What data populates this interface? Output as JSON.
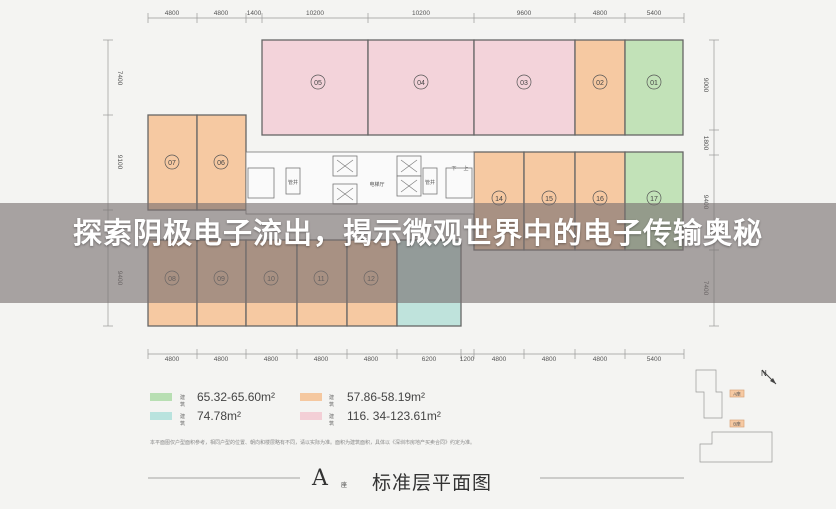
{
  "banner": {
    "title": "探索阴极电子流出，揭示微观世界中的电子传输奥秘"
  },
  "top_dims": [
    "4800",
    "4800",
    "1400",
    "10200",
    "10200",
    "9600",
    "4800",
    "5400"
  ],
  "bottom_dims": [
    "4800",
    "4800",
    "4800",
    "4800",
    "4800",
    "6200",
    "1200",
    "4800",
    "4800",
    "4800",
    "5400"
  ],
  "left_dims": [
    "7400",
    "9100",
    "9400"
  ],
  "right_dims": [
    "9000",
    "1800",
    "9400",
    "7400"
  ],
  "units": {
    "u01": "01",
    "u02": "02",
    "u03": "03",
    "u04": "04",
    "u05": "05",
    "u06": "06",
    "u07": "07",
    "u08": "08",
    "u09": "09",
    "u10": "10",
    "u11": "11",
    "u12": "12",
    "u14": "14",
    "u15": "15",
    "u16": "16",
    "u17": "17"
  },
  "core_labels": {
    "lobby": "电梯厅",
    "shaft_left": "管井",
    "shaft_right": "管井",
    "down": "下",
    "up": "上"
  },
  "legend": {
    "items": [
      {
        "code": "建筑",
        "area": "65.32-65.60m²",
        "color": "#b8dfb3"
      },
      {
        "code": "建筑",
        "area": "57.86-58.19m²",
        "color": "#f5c8a0"
      },
      {
        "code": "建筑",
        "area": "74.78m²",
        "color": "#b9e3de"
      },
      {
        "code": "建筑",
        "area": "116. 34-123.61m²",
        "color": "#f3cfd6"
      }
    ]
  },
  "footnote": "本平面图仅户型面积参考，相同户型的位置、朝向和楼层略有不同，请以实际为准。面积为建筑面积，具体以《深圳市房地产买卖合同》约定为准。",
  "site_labels": {
    "a": "A座",
    "b": "B座"
  },
  "compass": "N",
  "building": {
    "letter": "A",
    "suffix": "座"
  },
  "plan_title": "标准层平面图"
}
